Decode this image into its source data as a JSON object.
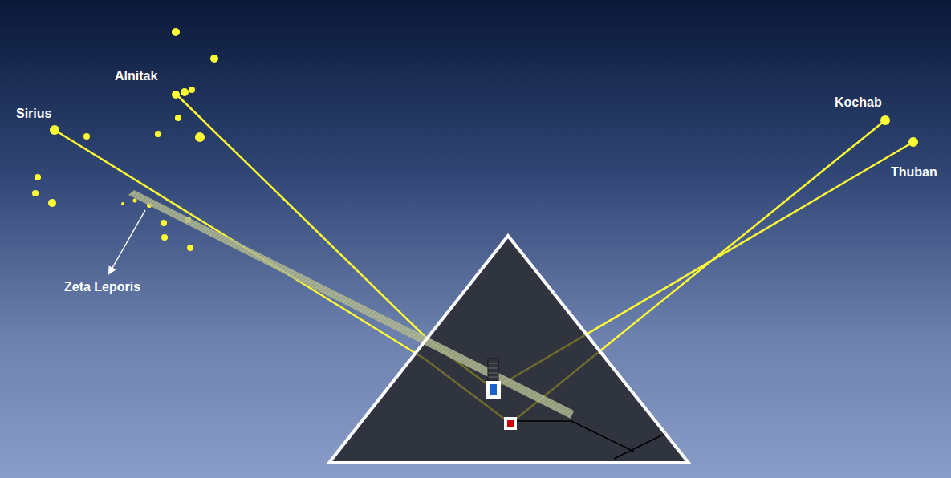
{
  "diagram": {
    "labels": [
      "Alnitak",
      "Kochab",
      "Sirius",
      "Thuban",
      "Zeta Leporis"
    ]
  }
}
